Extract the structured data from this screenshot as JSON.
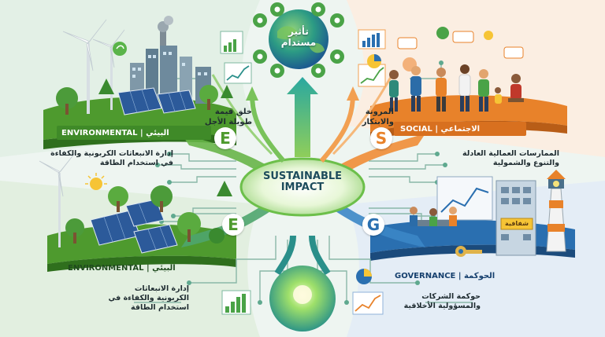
{
  "center": {
    "line1": "SUSTAINABLE",
    "line2": "IMPACT"
  },
  "globe": {
    "line1": "تأثير",
    "line2": "مستدام"
  },
  "top_labels": {
    "left": {
      "line1": "خلق قيمة",
      "line2": "طويلة الأجل"
    },
    "right": {
      "line1": "المرونة",
      "line2": "والابتكار"
    }
  },
  "quadrants": {
    "env_top": {
      "letter": "E",
      "ribbon": "ENVIRONMENTAL | البيئي",
      "desc_line1": "إدارة الانبعاثات الكربونية والكفاءة",
      "desc_line2": "في استخدام الطاقة"
    },
    "env_bottom": {
      "letter": "E",
      "ribbon": "ENVIRONMENTAL | البيئي",
      "desc_line1": "إدارة الانبعاثات",
      "desc_line2": "الكربونية والكفاءة في",
      "desc_line3": "استخدام الطاقة"
    },
    "social": {
      "letter": "S",
      "ribbon": "SOCIAL | الاجتماعي",
      "desc_line1": "الممارسات العمالية العادلة",
      "desc_line2": "والتنوع والشمولية"
    },
    "governance": {
      "letter": "G",
      "ribbon": "GOVERNANCE | الحوكمة",
      "desc_line1": "حوكمة الشركات",
      "desc_line2": "والمسؤولية الأخلاقية"
    }
  },
  "building_sign": "شفافية",
  "colors": {
    "green": "#4e9a2e",
    "orange": "#e8822a",
    "blue": "#2a6fb0",
    "teal": "#2a8f8a",
    "sky": "#eef5f1"
  }
}
